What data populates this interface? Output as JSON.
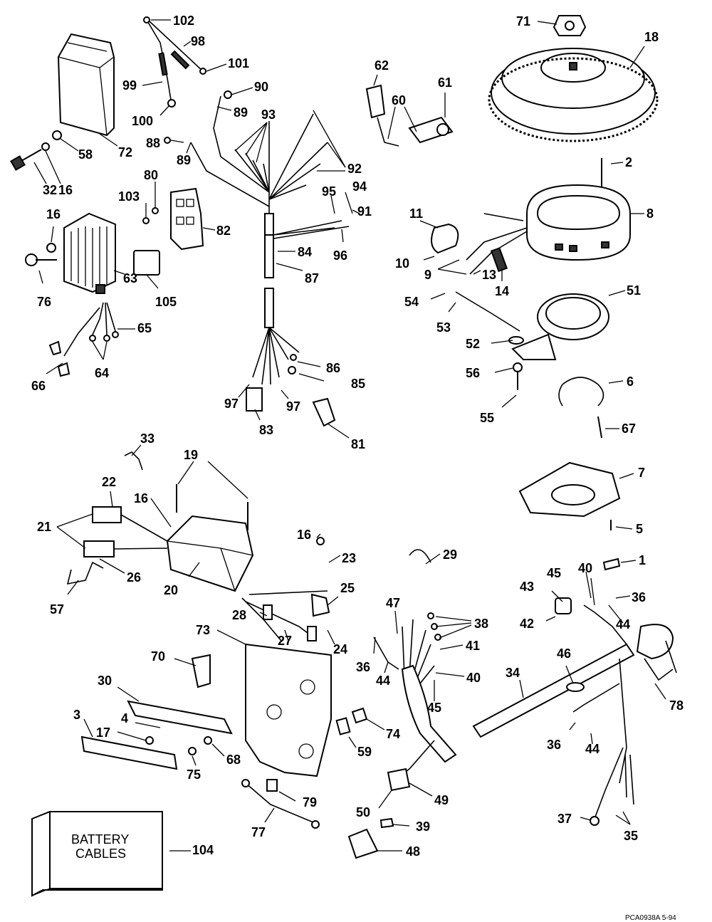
{
  "callouts": [
    {
      "id": "102",
      "text": "102"
    },
    {
      "id": "98",
      "text": "98"
    },
    {
      "id": "101",
      "text": "101"
    },
    {
      "id": "99",
      "text": "99"
    },
    {
      "id": "100",
      "text": "100"
    },
    {
      "id": "72",
      "text": "72"
    },
    {
      "id": "58",
      "text": "58"
    },
    {
      "id": "32",
      "text": "32"
    },
    {
      "id": "16a",
      "text": "16"
    },
    {
      "id": "90",
      "text": "90"
    },
    {
      "id": "89a",
      "text": "89"
    },
    {
      "id": "93",
      "text": "93"
    },
    {
      "id": "88",
      "text": "88"
    },
    {
      "id": "89b",
      "text": "89"
    },
    {
      "id": "80",
      "text": "80"
    },
    {
      "id": "103",
      "text": "103"
    },
    {
      "id": "82",
      "text": "82"
    },
    {
      "id": "92",
      "text": "92"
    },
    {
      "id": "95",
      "text": "95"
    },
    {
      "id": "94",
      "text": "94"
    },
    {
      "id": "91",
      "text": "91"
    },
    {
      "id": "96",
      "text": "96"
    },
    {
      "id": "84",
      "text": "84"
    },
    {
      "id": "87",
      "text": "87"
    },
    {
      "id": "16b",
      "text": "16"
    },
    {
      "id": "76",
      "text": "76"
    },
    {
      "id": "63",
      "text": "63"
    },
    {
      "id": "105",
      "text": "105"
    },
    {
      "id": "65",
      "text": "65"
    },
    {
      "id": "64",
      "text": "64"
    },
    {
      "id": "66",
      "text": "66"
    },
    {
      "id": "86",
      "text": "86"
    },
    {
      "id": "85",
      "text": "85"
    },
    {
      "id": "97a",
      "text": "97"
    },
    {
      "id": "97b",
      "text": "97"
    },
    {
      "id": "83",
      "text": "83"
    },
    {
      "id": "81",
      "text": "81"
    },
    {
      "id": "62",
      "text": "62"
    },
    {
      "id": "61",
      "text": "61"
    },
    {
      "id": "60",
      "text": "60"
    },
    {
      "id": "71",
      "text": "71"
    },
    {
      "id": "18",
      "text": "18"
    },
    {
      "id": "2",
      "text": "2"
    },
    {
      "id": "8",
      "text": "8"
    },
    {
      "id": "11",
      "text": "11"
    },
    {
      "id": "10",
      "text": "10"
    },
    {
      "id": "9",
      "text": "9"
    },
    {
      "id": "13",
      "text": "13"
    },
    {
      "id": "14",
      "text": "14"
    },
    {
      "id": "54",
      "text": "54"
    },
    {
      "id": "53",
      "text": "53"
    },
    {
      "id": "51",
      "text": "51"
    },
    {
      "id": "52",
      "text": "52"
    },
    {
      "id": "56",
      "text": "56"
    },
    {
      "id": "55",
      "text": "55"
    },
    {
      "id": "6",
      "text": "6"
    },
    {
      "id": "67",
      "text": "67"
    },
    {
      "id": "7",
      "text": "7"
    },
    {
      "id": "5",
      "text": "5"
    },
    {
      "id": "1",
      "text": "1"
    },
    {
      "id": "33",
      "text": "33"
    },
    {
      "id": "19",
      "text": "19"
    },
    {
      "id": "22",
      "text": "22"
    },
    {
      "id": "16c",
      "text": "16"
    },
    {
      "id": "21",
      "text": "21"
    },
    {
      "id": "26",
      "text": "26"
    },
    {
      "id": "20",
      "text": "20"
    },
    {
      "id": "57",
      "text": "57"
    },
    {
      "id": "16d",
      "text": "16"
    },
    {
      "id": "23",
      "text": "23"
    },
    {
      "id": "25",
      "text": "25"
    },
    {
      "id": "28",
      "text": "28"
    },
    {
      "id": "27",
      "text": "27"
    },
    {
      "id": "24",
      "text": "24"
    },
    {
      "id": "29",
      "text": "29"
    },
    {
      "id": "47",
      "text": "47"
    },
    {
      "id": "38",
      "text": "38"
    },
    {
      "id": "41",
      "text": "41"
    },
    {
      "id": "36a",
      "text": "36"
    },
    {
      "id": "44a",
      "text": "44"
    },
    {
      "id": "40a",
      "text": "40"
    },
    {
      "id": "45a",
      "text": "45"
    },
    {
      "id": "74",
      "text": "74"
    },
    {
      "id": "59",
      "text": "59"
    },
    {
      "id": "49",
      "text": "49"
    },
    {
      "id": "50",
      "text": "50"
    },
    {
      "id": "39",
      "text": "39"
    },
    {
      "id": "48",
      "text": "48"
    },
    {
      "id": "73",
      "text": "73"
    },
    {
      "id": "70",
      "text": "70"
    },
    {
      "id": "30",
      "text": "30"
    },
    {
      "id": "4",
      "text": "4"
    },
    {
      "id": "3",
      "text": "3"
    },
    {
      "id": "17",
      "text": "17"
    },
    {
      "id": "68",
      "text": "68"
    },
    {
      "id": "75",
      "text": "75"
    },
    {
      "id": "79",
      "text": "79"
    },
    {
      "id": "77",
      "text": "77"
    },
    {
      "id": "104",
      "text": "104"
    },
    {
      "id": "45b",
      "text": "45"
    },
    {
      "id": "40b",
      "text": "40"
    },
    {
      "id": "43",
      "text": "43"
    },
    {
      "id": "36b",
      "text": "36"
    },
    {
      "id": "42",
      "text": "42"
    },
    {
      "id": "44b",
      "text": "44"
    },
    {
      "id": "34",
      "text": "34"
    },
    {
      "id": "46",
      "text": "46"
    },
    {
      "id": "78",
      "text": "78"
    },
    {
      "id": "36c",
      "text": "36"
    },
    {
      "id": "44c",
      "text": "44"
    },
    {
      "id": "37",
      "text": "37"
    },
    {
      "id": "35",
      "text": "35"
    }
  ],
  "battery_box": {
    "line1": "BATTERY",
    "line2": "CABLES"
  },
  "drawing_code": "PCA0938A   5-94"
}
